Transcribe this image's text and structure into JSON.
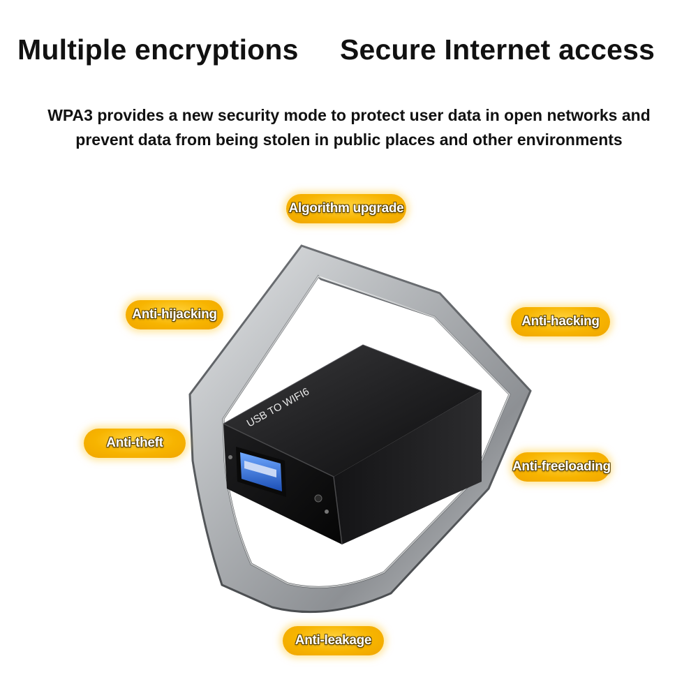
{
  "headline": {
    "left": "Multiple encryptions",
    "right": "Secure Internet access"
  },
  "subtitle": {
    "line1": "WPA3 provides a new security mode to protect user data in open networks and",
    "line2": "prevent data from being stolen in public places and other environments"
  },
  "device": {
    "label": "USB TO WIFI6"
  },
  "features": {
    "algorithm": "Algorithm upgrade",
    "hijacking": "Anti-hijacking",
    "hacking": "Anti-hacking",
    "theft": "Anti-theft",
    "freeloading": "Anti-freeloading",
    "leakage": "Anti-leakage"
  },
  "colors": {
    "pill": "#f7b400",
    "shield": "#9a9da0",
    "device_body": "#1a1a1a",
    "usb_port": "#2f6fd6"
  }
}
